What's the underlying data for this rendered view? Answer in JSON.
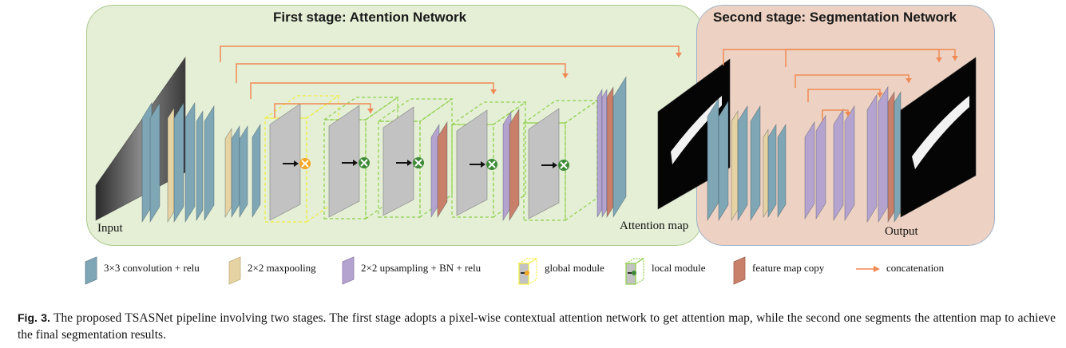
{
  "stage1": {
    "title": "First stage: Attention Network"
  },
  "stage2": {
    "title": "Second stage: Segmentation Network"
  },
  "labels": {
    "input": "Input",
    "attention_map": "Attention map",
    "output": "Output"
  },
  "legend": {
    "conv": "3×3 convolution + relu",
    "pool": "2×2 maxpooling",
    "upsample": "2×2 upsampling + BN + relu",
    "global": "global module",
    "local": "local module",
    "copy": "feature map copy",
    "concat": "concatenation"
  },
  "caption": {
    "prefix": "Fig. 3.",
    "text": "The proposed TSASNet pipeline involving two stages. The first stage adopts a pixel-wise contextual attention network to get attention map, while the second one segments the attention map to achieve the final segmentation results."
  },
  "colors": {
    "conv": "#7fa6b5",
    "pool": "#e6d3a3",
    "upsample": "#b4a3cf",
    "copy": "#c8806a",
    "concat": "#f08a55",
    "module_bg": "#c2c2c2",
    "global_border": "#f2ee3a",
    "local_border": "#8fd04a",
    "attention_icon": "#3d8a36"
  }
}
